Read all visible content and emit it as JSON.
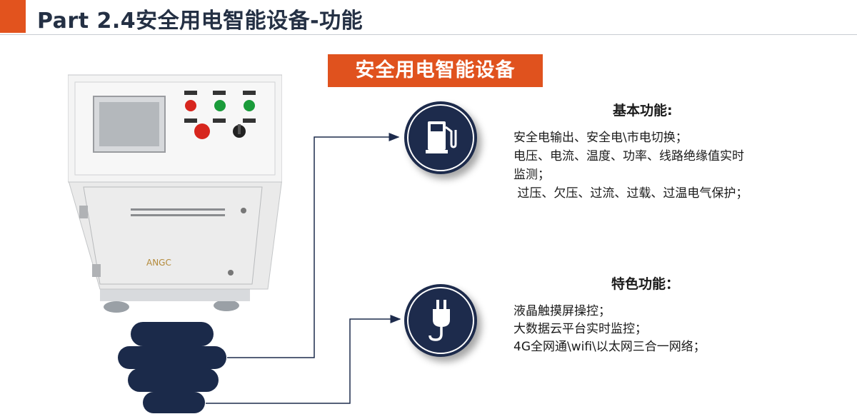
{
  "header": {
    "title": "Part 2.4安全用电智能设备-功能"
  },
  "banner": {
    "label": "安全用电智能设备"
  },
  "colors": {
    "accent": "#e2531e",
    "navy": "#1d2b4c",
    "title_text": "#243044"
  },
  "icons": {
    "top": "fuel-pump-icon",
    "bottom": "power-plug-icon"
  },
  "basic": {
    "title": "基本功能:",
    "lines": [
      "安全电输出、安全电\\市电切换；",
      "电压、电流、温度、功率、线路绝缘值实时",
      "监测；",
      " 过压、欠压、过流、过载、过温电气保护；"
    ]
  },
  "special": {
    "title": "特色功能：",
    "lines": [
      "液晶触摸屏操控；",
      "大数据云平台实时监控；",
      "4G全网通\\wifi\\以太网三合一网络；"
    ]
  }
}
